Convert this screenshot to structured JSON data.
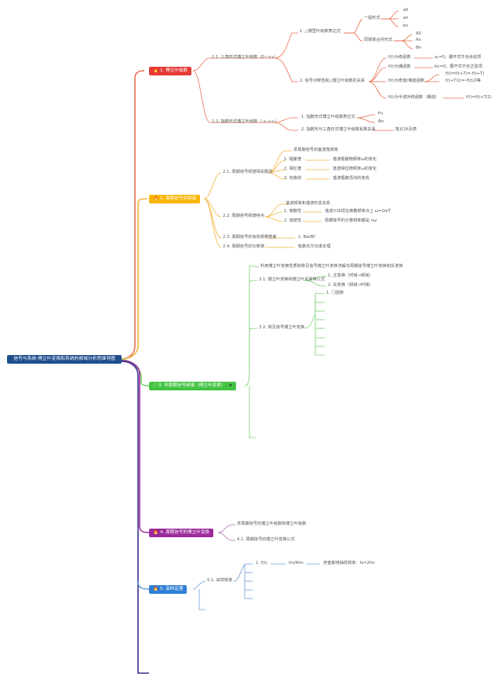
{
  "root": "信号与系统-傅立叶变换和系统的频域分析思维导图",
  "colors": {
    "root": "#1f4e8c",
    "c1": "#e53935",
    "c2": "#f9b500",
    "c3": "#43c443",
    "c4": "#9c2b9c",
    "c5": "#2f7fd6",
    "line1": "#e96e4f",
    "line2": "#f2b33d",
    "line3": "#7bd16f",
    "line4": "#9c2b9c",
    "line5": "#6b9fd6"
  },
  "icons": {
    "c1": "fire-icon",
    "c2": "fire-icon",
    "c3": "circle-icon",
    "c4": "fire-icon",
    "c5": "fire-icon",
    "star": "star-icon"
  },
  "c1": {
    "title": "1. 傅立叶级数",
    "s1": {
      "label": "1.1. 三角形式傅立叶级数（0~+∞）",
      "a": {
        "label": "1. △傅里叶级数表达式",
        "general": "一般形式",
        "g_items": [
          "a0",
          "an",
          "bn"
        ],
        "merged": "同频率合并形式",
        "m_items": [
          "A0",
          "An",
          "Φn"
        ]
      },
      "b": {
        "label": "2. 信号对称性和△傅立叶级数的关系",
        "r1": "f(t)为奇函数",
        "r1a": "a₀=0，展开式不含余弦项",
        "r2": "f(t)为偶函数",
        "r2a": "bn=0，展开式不含正弦项",
        "r3": "f(t)为奇谐/偶谐函数",
        "r3a": "f(t)=f(t+T)=-f(t+T)",
        "r3b": "f(t+T/2)=-f(t)/2等",
        "r4": "f(t)为半波对称函数（偶谐）",
        "r4a": "f(t)=f(t+T/2)"
      }
    },
    "s2": {
      "label": "1.2. 指数形式傅立叶级数（-∞,+∞）",
      "a": "1. 指数形式傅立叶级数表达式",
      "a_items": [
        "Fn",
        "Φn"
      ],
      "b": "2. 指数形与三角形式傅立叶级数系数关系",
      "b_note": "笔记16页表"
    }
  },
  "c2": {
    "title": "2. 周期信号的频谱",
    "s1": {
      "label": "2.1. 周期信号频谱相关概念",
      "intro": "求周期信号的基波角频率",
      "rows": [
        {
          "k": "1. 幅度谱",
          "v": "谐波幅度随频率ω的变化"
        },
        {
          "k": "2. 相位谱",
          "v": "谐波相位随频率ω的变化"
        },
        {
          "k": "3. 包络线",
          "v": "谐波幅度顶点的连线"
        }
      ]
    },
    "s2": {
      "label": "2.2. 周期信号频谱特点",
      "intro": "谐波频率和谐波形态关系",
      "rows": [
        {
          "k": "1. 离散性",
          "v": "谐波只出现在离散频率点上 ω=2π/T"
        },
        {
          "k": "2. 谐波性",
          "v": "周期信号的分量频率都是 nω"
        }
      ]
    },
    "s3": {
      "label": "2.3. 周期信号的有效频带宽度",
      "v": "1. Bw/Bf"
    },
    "s4": {
      "label": "2.4. 周期信号的功率谱",
      "v": "帕斯瓦尔功率定理"
    }
  },
  "c3": {
    "title": "3. 非周期信号频谱（傅立叶变换）",
    "intro": "利用傅立叶变换性质和常见信号傅立叶变换求解非周期信号傅立叶变换和反变换",
    "s1": {
      "label": "3.1. 傅立叶变换和傅立叶反变换公式",
      "a": "1. 正变换（时域→频域）",
      "b": "2. 反变换（频域→时域）"
    },
    "s2": {
      "label": "3.2. 常见信号傅立叶变换",
      "first": "1. 门函数"
    }
  },
  "c4": {
    "title": "4. 周期信号的傅立叶变换",
    "a": "求周期信号的傅立叶级数和傅立叶级数",
    "b": "4.1. 周期信号的傅立叶变换公式"
  },
  "c5": {
    "title": "5. 采样定理",
    "s1": "5.1. 采样频率",
    "item": "1. f(t)",
    "v1": "fm/Wm",
    "v2": "奈奎斯特抽样频率：fs=2fm"
  }
}
